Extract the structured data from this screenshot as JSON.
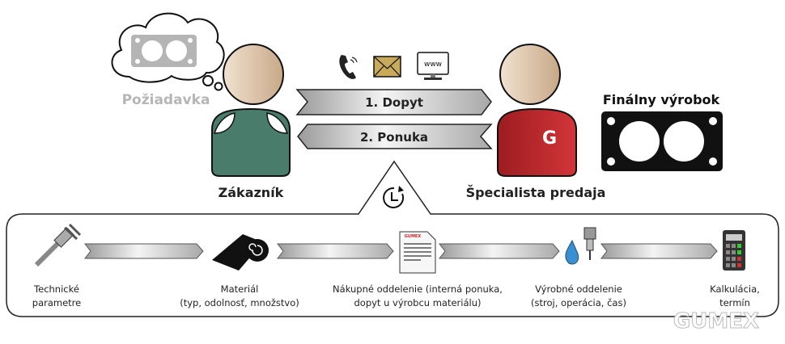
{
  "top": {
    "request_label": "Požiadavka",
    "customer_label": "Zákazník",
    "specialist_label": "Špecialista predaja",
    "specialist_logo": "G",
    "final_product_label": "Finálny výrobok",
    "web_icon_text": "www",
    "inquiry_arrow": "1. Dopyt",
    "offer_arrow": "2. Ponuka"
  },
  "process": {
    "steps": [
      {
        "icon": "caliper-icon",
        "line1": "Technické",
        "line2": "parametre"
      },
      {
        "icon": "material-roll-icon",
        "line1": "Materiál",
        "line2": "(typ, odolnosť, množstvo)"
      },
      {
        "icon": "document-icon",
        "line1": "Nákupné oddelenie (interná ponuka,",
        "line2": "dopyt u výrobcu materiálu)"
      },
      {
        "icon": "machine-drill-icon",
        "line1": "Výrobné oddelenie",
        "line2": "(stroj, operácia, čas)"
      },
      {
        "icon": "calculator-icon",
        "line1": "Kalkulácia,",
        "line2": "termín"
      }
    ],
    "document_header": "GUMEX"
  },
  "watermark": "GUMEX",
  "colors": {
    "customer_body": "#4a7c6c",
    "specialist_body": "#b8282c",
    "request_gray": "#b5b5b5",
    "envelope": "#c9a95a"
  }
}
